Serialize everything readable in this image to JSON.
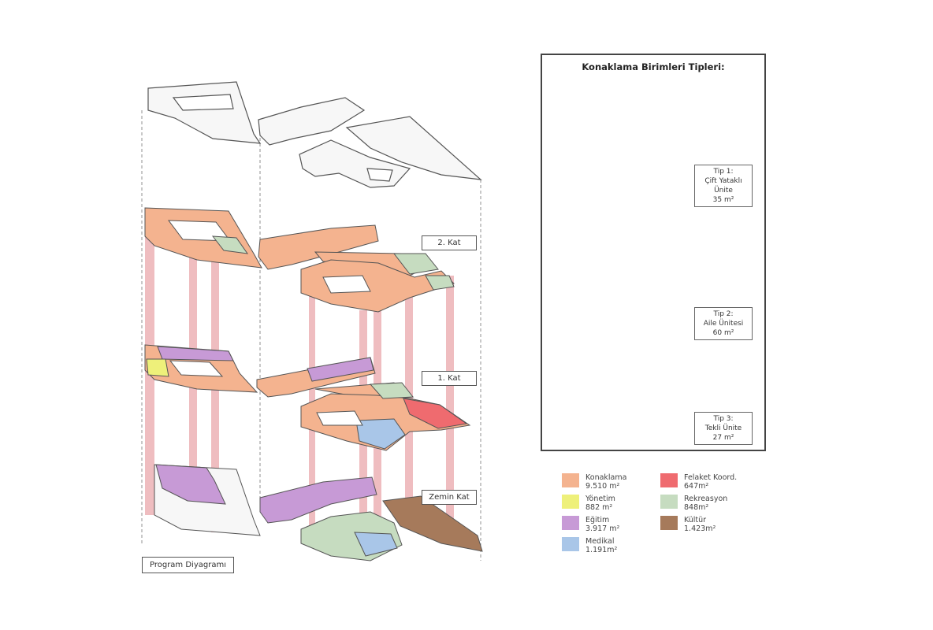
{
  "program_diagram": {
    "title": "Program Diyagramı",
    "floor_labels": {
      "second": "2. Kat",
      "first": "1. Kat",
      "ground": "Zemin Kat"
    }
  },
  "units": {
    "title": "Konaklama Birimleri Tipleri:",
    "types": [
      {
        "line1": "Tip 1:",
        "line2": "Çift Yataklı",
        "line3": "Ünite",
        "area": "35 m²"
      },
      {
        "line1": "Tip 2:",
        "line2": "Aile Ünitesi",
        "area": "60 m²"
      },
      {
        "line1": "Tip 3:",
        "line2": "Tekli Ünite",
        "area": "27 m²"
      }
    ]
  },
  "legend": [
    {
      "name": "Konaklama",
      "area": "9.510 m²",
      "color": "#f4b38f"
    },
    {
      "name": "Yönetim",
      "area": "882 m²",
      "color": "#eef07a"
    },
    {
      "name": "Eğitim",
      "area": "3.917 m²",
      "color": "#c79ad6"
    },
    {
      "name": "Medikal",
      "area": "1.191m²",
      "color": "#a9c6e8"
    },
    {
      "name": "Felaket Koord.",
      "area": "647m²",
      "color": "#ef6b6f"
    },
    {
      "name": "Rekreasyon",
      "area": "848m²",
      "color": "#c6dcc0"
    },
    {
      "name": "Kültür",
      "area": "1.423m²",
      "color": "#a67a5b"
    }
  ],
  "colors": {
    "core": "#ecb1b5",
    "outline": "#555555",
    "slab": "#f7f7f7"
  }
}
